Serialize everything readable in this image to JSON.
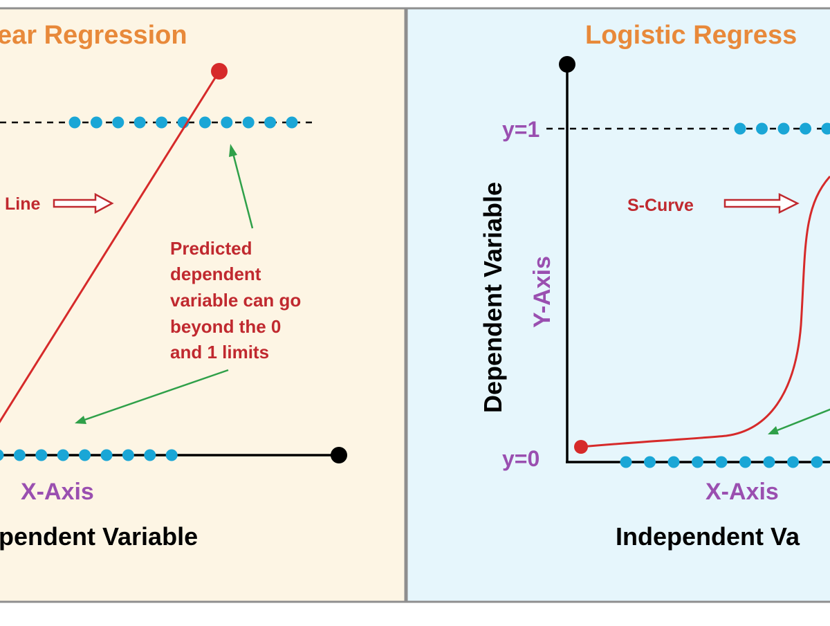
{
  "colors": {
    "left_panel_bg": "#fdf5e4",
    "right_panel_bg": "#e6f6fc",
    "panel_border": "#8e8e8e",
    "title": "#e8893a",
    "curve": "#d62a2a",
    "dots": "#1aa6d6",
    "annotation_text": "#c0292f",
    "axis_label": "#9a4fb0",
    "pointer_arrow": "#2fa049",
    "axis": "#000000"
  },
  "left_panel": {
    "title": "ear Regression",
    "line_label": "Line",
    "note_lines": [
      "Predicted",
      "dependent",
      "variable can go",
      "beyond the 0",
      "and 1 limits"
    ],
    "x_axis_label": "X-Axis",
    "x_variable_label": "pendent Variable",
    "icons": [
      "right-arrow-icon",
      "green-pointer-arrow-icon"
    ]
  },
  "right_panel": {
    "title": "Logistic Regress",
    "y1_label": "y=1",
    "y0_label": "y=0",
    "curve_label": "S-Curve",
    "y_axis_label": "Y-Axis",
    "y_variable_label": "Dependent Variable",
    "x_axis_label": "X-Axis",
    "x_variable_label": "Independent Va",
    "icons": [
      "right-arrow-icon",
      "green-pointer-arrow-icon"
    ]
  }
}
